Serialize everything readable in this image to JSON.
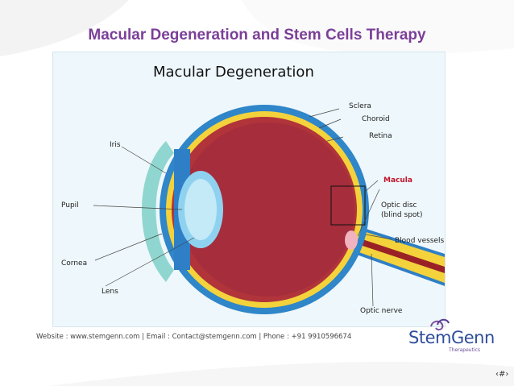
{
  "slide": {
    "title": "Macular Degeneration and Stem Cells Therapy",
    "slide_number": "‹#›"
  },
  "diagram": {
    "heading": "Macular Degeneration",
    "labels": {
      "sclera": "Sclera",
      "choroid": "Choroid",
      "retina": "Retina",
      "iris": "Iris",
      "macula": "Macula",
      "pupil": "Pupil",
      "optic_disc_1": "Optic disc",
      "optic_disc_2": "(blind spot)",
      "blood_vessels": "Blood vessels",
      "cornea": "Cornea",
      "lens": "Lens",
      "optic_nerve": "Optic nerve"
    }
  },
  "footer": {
    "contact": "Website : www.stemgenn.com  |  Email : Contact@stemgenn.com  |  Phone : +91 9910596674"
  },
  "logo": {
    "name": "StemGenn",
    "subtitle": "Therapeutics"
  },
  "colors": {
    "title": "#7b3f98",
    "macula": "#c0142a"
  }
}
